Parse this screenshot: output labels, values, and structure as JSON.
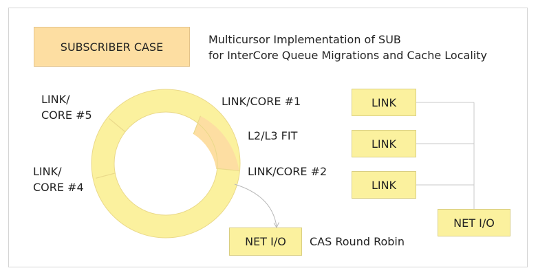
{
  "title": {
    "line1": "Multicursor Implementation of SUB",
    "line2": "for InterCore Queue Migrations and Cache Locality"
  },
  "case_box": "SUBSCRIBER CASE",
  "ring": {
    "segments": [
      {
        "label_line1": "LINK/CORE #1",
        "label_line2": ""
      },
      {
        "label_line1": "L2/L3 FIT",
        "label_line2": ""
      },
      {
        "label_line1": "LINK/CORE #2",
        "label_line2": ""
      },
      {
        "label_line1": "LINK/",
        "label_line2": "CORE #4"
      },
      {
        "label_line1": "LINK/",
        "label_line2": "CORE #5"
      }
    ],
    "colors": {
      "ring": "#fbf19e",
      "highlight": "#fddea2",
      "divider": "#ead98a"
    }
  },
  "left_net": {
    "label": "NET I/O",
    "caption": "CAS Round Robin"
  },
  "right_links": [
    "LINK",
    "LINK",
    "LINK"
  ],
  "right_net": {
    "label": "NET I/O"
  }
}
